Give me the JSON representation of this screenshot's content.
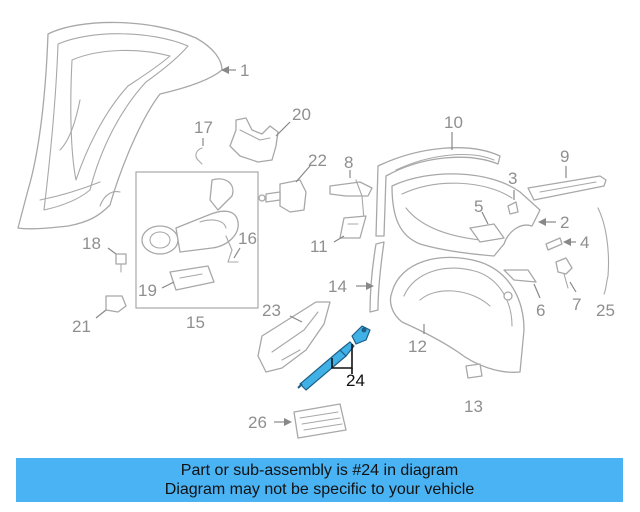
{
  "callouts": {
    "c1": "1",
    "c2": "2",
    "c3": "3",
    "c4": "4",
    "c5": "5",
    "c6": "6",
    "c7": "7",
    "c8": "8",
    "c9": "9",
    "c10": "10",
    "c11": "11",
    "c12": "12",
    "c13": "13",
    "c14": "14",
    "c15": "15",
    "c16": "16",
    "c17": "17",
    "c18": "18",
    "c19": "19",
    "c20": "20",
    "c21": "21",
    "c22": "22",
    "c23": "23",
    "c24": "24",
    "c25": "25",
    "c26": "26"
  },
  "highlight": {
    "part_number": "24",
    "color": "#3fb1e6"
  },
  "banner": {
    "line1": "Part or sub-assembly is #24 in diagram",
    "line2": "Diagram may not be specific to your vehicle",
    "background": "#4ab3f4"
  }
}
